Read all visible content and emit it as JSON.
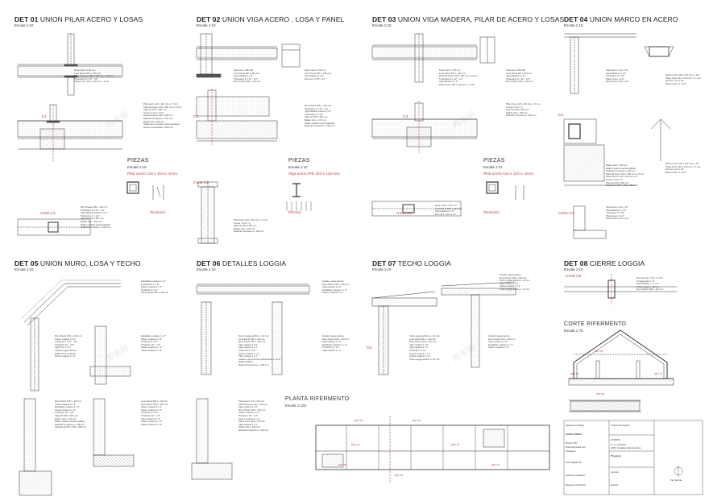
{
  "details": [
    {
      "num": "DET 01",
      "title": "UNION PILAR ACERO Y LOSAS",
      "scale": "Escala 1:10"
    },
    {
      "num": "DET 02",
      "title": "UNION VIGA ACERO , LOSA Y PANEL",
      "scale": "Escala 1:10"
    },
    {
      "num": "DET 03",
      "title": "UNION VIGA MADERA, PILAR DE ACERO Y LOSAS",
      "scale": "Escala 1:10"
    },
    {
      "num": "DET 04",
      "title": "UNION MARCO EN ACERO",
      "scale": "Escala 1:10"
    },
    {
      "num": "DET 05",
      "title": "UNION MURO, LOSA Y TECHO",
      "scale": "Escala 1:10"
    },
    {
      "num": "DET 06",
      "title": "DETALLES LOGGIA",
      "scale": "Escala 1:10"
    },
    {
      "num": "DET 07",
      "title": "TECHO LOGGIA",
      "scale": "Escala 1:10"
    },
    {
      "num": "DET 08",
      "title": "CIERRE LOGGIA",
      "scale": "Escala 1:10"
    }
  ],
  "piezas": [
    {
      "title": "PIEZAS",
      "scale": "Escala 1:10",
      "red": "Pilar acero 110 x 110 e. 5mm.",
      "tensores": "Tensores"
    },
    {
      "title": "PIEZAS",
      "scale": "Escala 1:10",
      "red": "Viga acero IPE 220 x 110 mm.",
      "tensores": "Pernos"
    },
    {
      "title": "PIEZAS",
      "scale": "Escala 1:10",
      "red": "Pilar acero 110 x 110 e. 5mm.",
      "tensores": "Tensores"
    }
  ],
  "cortes": {
    "c1": "C1",
    "c2": "C2",
    "c3": "C3",
    "c4": "C4",
    "c5": "C5",
    "corte_c1": "Corte C1",
    "corte_c2": "Corte C2",
    "corte_c3": "Corte C3",
    "corte_c4": "Corte C4",
    "corte_c5": "Corte C5"
  },
  "corte_ref": {
    "title": "CORTE RIFERMENTO",
    "scale": "Escala 1:75"
  },
  "planta_ref": {
    "title": "PLANTA RIFERMENTO",
    "scale": "Escala 1:125"
  },
  "notes": {
    "n1": [
      "Deck mad 4 x 60 mm",
      "Losa Panel SIP e. 210 mm",
      "Plancha Acero 150 x 150 mm. e. 8 mm.",
      "Tirafondos 6 x 12\" , 1/4\"",
      "Placa Acero 110 x 110 mm e. 5 mm"
    ],
    "n2": [
      "Pilar Acero 110 x 110 mm e. 5 mm",
      "Plancha Acero 150 x 150 mm e. 8 mm",
      "Viga HA 150 x 300 mm",
      "Tensor 3 1/2 x 3 1/4\"",
      "Sobrecimiento 150 x 300 mm",
      "Material Compacto e 150 mm",
      "Radier HA e 100 mm",
      "Malla acma metalica electrosoldada",
      "Grava compactada e 200 mm"
    ],
    "n3": [
      "Viga acero IPE 220",
      "Losa Panel SIP e 210 mm",
      "Viga Madera 2 x 8\"",
      "Tirafondos 6 x 12\" , 1/4\"",
      "Muro Panel SIP e. 110 mm"
    ],
    "n4": [
      "Deck mad 4 x 60 mm",
      "Losa Panel SIP e. 210 mm",
      "Viga Madera 2 x 8\"",
      "Pernos 2 x 3/4\" x 12\""
    ],
    "n5": [
      "Muro Panel SIP e. 110 mm",
      "Tirafondos 6 x 12\" , 1/4\"",
      "Viga Madera Inferior 2 x 8\"",
      "Tirafondos 1 x 1/2\"",
      "Viga HA 150 x 300 mm",
      "Radier HA e. 100 mm",
      "Malla metalica electrosoldada",
      "Material Compacto e. 200 mm"
    ],
    "n6": [
      "Deck mad 4 x 60 mm",
      "Losa Panel SIP e. 210 mm",
      "Plancha Acero 150 x 150 mm e. 8 mm",
      "Tirafondos 6 x 12\" , 1/4\"",
      "Viga Madera 2 x 8\"",
      "Placa Acero 110 x 110 mm e. 5 mm"
    ],
    "n7": [
      "Pilar Acero 110 x 110 mm e. 5 mm",
      "Tensor 3 1/2 x 3\"",
      "Viga HA 150 x 300 mm",
      "Radier HA e. 100 mm",
      "Material Compacto e. 100 mm"
    ],
    "n8": [
      "Viga Acero 1 1/2 x 10\"",
      "Viga Madera 2 x 10\"",
      "Tirafondos 3 x 1/4\"",
      "Placa Acero 1 1/2\"",
      "Marco Acero 110 x 1/2\""
    ],
    "n9": [
      "Marco Acero 110 x 110 mm e. 10\"",
      "Placa Acero 110 x 110 mm e. 5 mm",
      "Pernos 1 1/2 x 10\"",
      "Marco Acero 1 x 1/2\""
    ],
    "n10": [
      "Radier HA e. 100 mm",
      "Malla metalica electrosoldada",
      "Material Compacto e 100 mm",
      "Plancha Acero 150 x 150 mm e. 8 mm",
      "Marco Acero 110 x 110 mm e. 5",
      "Tensor 3 1/2 x 3\"",
      "Viga HA 150 x 300 mm",
      "Zapata HA 700 x 700 x 300 mm"
    ],
    "n11": [
      "Entablado madera 1 x 4\"",
      "Costaneras 2 x 3\"",
      "Solera madera 2 x 4\"",
      "Tirafondo 6 x 12\"",
      "Panel Panel SIP e. 110 mm"
    ],
    "n12": [
      "Muro Panel SIP e. 110 mm",
      "Solera madera 2 x 4\"",
      "Tirafondo 6 x 12\" , 1/4\"",
      "Tirafondo 12\" - 1/4\"",
      "Viga Pino 2 x 8\"",
      "Canalon agua lamina",
      "Malla acma metalica",
      "Marco madera 1 x 4\""
    ],
    "n13": [
      "Entablado madera 1 x 4\"",
      "Solera madera 2 x 4\"",
      "Tirafondo 6 x 12\"",
      "Tirafondo 10\" - 1/4\"",
      "Solera madera 2 x 4\"",
      "Solera madera 2 x 4\""
    ],
    "n14": [
      "Muro Panel SIP e. 110 mm",
      "Solera madera 2 x 4\"",
      "Entablado madera 1 x 4\"",
      "Solera madera 2 x 4\"",
      "Tirafondo 12\" - 1/4\"",
      "Viga HA 150 x 200 mm",
      "Radier HA e. 100 mm",
      "Malla metalica electrosoldada",
      "Material Compacto e. 100 mm",
      "Zapata HA 700 x 700 x 300 mm"
    ],
    "n15": [
      "Losa Panel SIP e. 110 mm",
      "Muro Panel SIP e. 110 mm",
      "Solera madera 2 x 4\"",
      "Solera madera 2 x 4\"",
      "Tirafondo 6 x 12\"",
      "Tirafondo 12\" - 1/4\"",
      "Viga madera 2 x 4\"",
      "Solera madera 2 x 4\"",
      "Solera madera 2 x 4\""
    ],
    "n16": [
      "Canalon agua lamina",
      "Muro Panel SIP e. 110 mm",
      "Viga madera 2 x 8\"",
      "Entablado madera 1 x 4\"",
      "Solera madera 2 x 4\""
    ],
    "n17": [
      "Techo loggia acrilico e. 10 mm",
      "Losa Panel SIP e. 110 mm",
      "Muro Panel SIP e. 110 mm",
      "Viga madera 2 x 8\"",
      "Viga madera 1 x 4\"",
      "Tirafondo 6 x 12\"",
      "Solera madera 2 x 4\"",
      "Pilar madera 2 x 4\"",
      "Canalon agua lamina galvanizada e. 4mm",
      "Malla metalica",
      "Material Compacto e. 100 mm"
    ],
    "n18": [
      "Perfil acero 110 x 110 mm",
      "Plancha acero 110 x 110 mm",
      "Viga madera 2 x 8\"",
      "Muro Panel SIP e. 110 mm",
      "Solera madera 2 x 4\"",
      "Tirafondo 12\" - 1/4\"",
      "Solera madera 2 x 4\"",
      "Placa acero 110 x 110 mm",
      "Viga madera 2 x 4\"",
      "Radier HA e. 100 mm",
      "Material Compacto e. 100 mm"
    ],
    "n19": [
      "Canalon agua lamina",
      "Muro Panel SIP e. 110 mm",
      "Viga madera 2 x 8\"",
      "Entablado madera 1 x 4\"",
      "Tirafondo 6 x 12\"",
      "Viga madera 2 x 4\""
    ],
    "n20": [
      "Techo loggia acrilico e. 10 mm",
      "Losa Panel SIP e. 110 mm",
      "Muro Panel SIP e. 110 mm",
      "Viga madera 2 x 8\"",
      "Viga madera 2 x 4\"",
      "Tirafondo 6 x 12\"",
      "Solera madera 2 x 4\"",
      "Solera madera 2 x 4\"",
      "Techo loggia acrilico e. 10 mm"
    ],
    "n21": [
      "Canalon agua lamina",
      "Muro Panel SIP e. 110 mm",
      "Techo loggia acrilico e. 10 mm",
      "Viga madera 2 x 8\"",
      "Solera madera 2 x 4\"",
      "Techo loggia acrilico e. 10 mm"
    ],
    "n22": [
      "Pie derecho 1 1/2\" x 3 1/2\"",
      "Tornapuntas 2 x 4\"",
      "Perfil tubular e. 2\" x 2\"",
      "Techo loggia e. 10 mm",
      "Muro Panel SIP e. 110 mm"
    ]
  },
  "planta_tags": [
    "DET 01",
    "DET 02",
    "DET 03",
    "DET 04",
    "DET 05",
    "DET 06",
    "DET 07"
  ],
  "corte_tags": [
    "DET 03",
    "DET 05",
    "DET 07",
    "DET 08"
  ],
  "titleblock": {
    "labels": [
      "Alejandro Zuñiga",
      "CASA LARGA",
      "Ruta 5 S/N",
      "Panamericana Sur",
      "Pelequen",
      "Jose Miguel M.",
      "Federico Orellana",
      "Benjamin Orellana",
      "Francesca Borghi",
      "17/08/15",
      "Proyecto",
      "D. 4. LOGGIA",
      "ARQ. Detalles Estructurales",
      "Lamina",
      "Escala"
    ],
    "note": "Ver lamina"
  },
  "watermark": "知末网"
}
